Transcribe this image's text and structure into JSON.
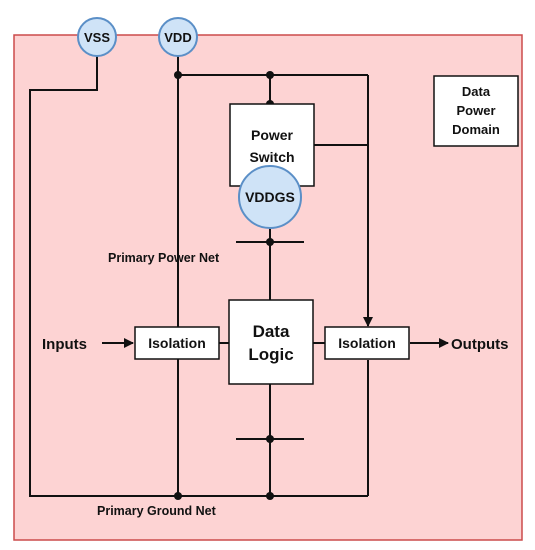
{
  "colors": {
    "domain_fill": "#fdd3d3",
    "domain_border": "#cc4b4b",
    "pin_fill": "#cfe3f7",
    "pin_border": "#5b8fc7",
    "wire": "#111111",
    "box_fill": "#ffffff"
  },
  "pins": {
    "vss": "VSS",
    "vdd": "VDD",
    "vddgs": "VDDGS"
  },
  "blocks": {
    "power_switch": [
      "Power",
      "Switch"
    ],
    "data_logic": [
      "Data",
      "Logic"
    ],
    "isolation_left": "Isolation",
    "isolation_right": "Isolation",
    "domain_label": [
      "Data",
      "Power",
      "Domain"
    ]
  },
  "labels": {
    "inputs": "Inputs",
    "outputs": "Outputs",
    "primary_power_net": "Primary Power Net",
    "primary_ground_net": "Primary Ground Net"
  }
}
